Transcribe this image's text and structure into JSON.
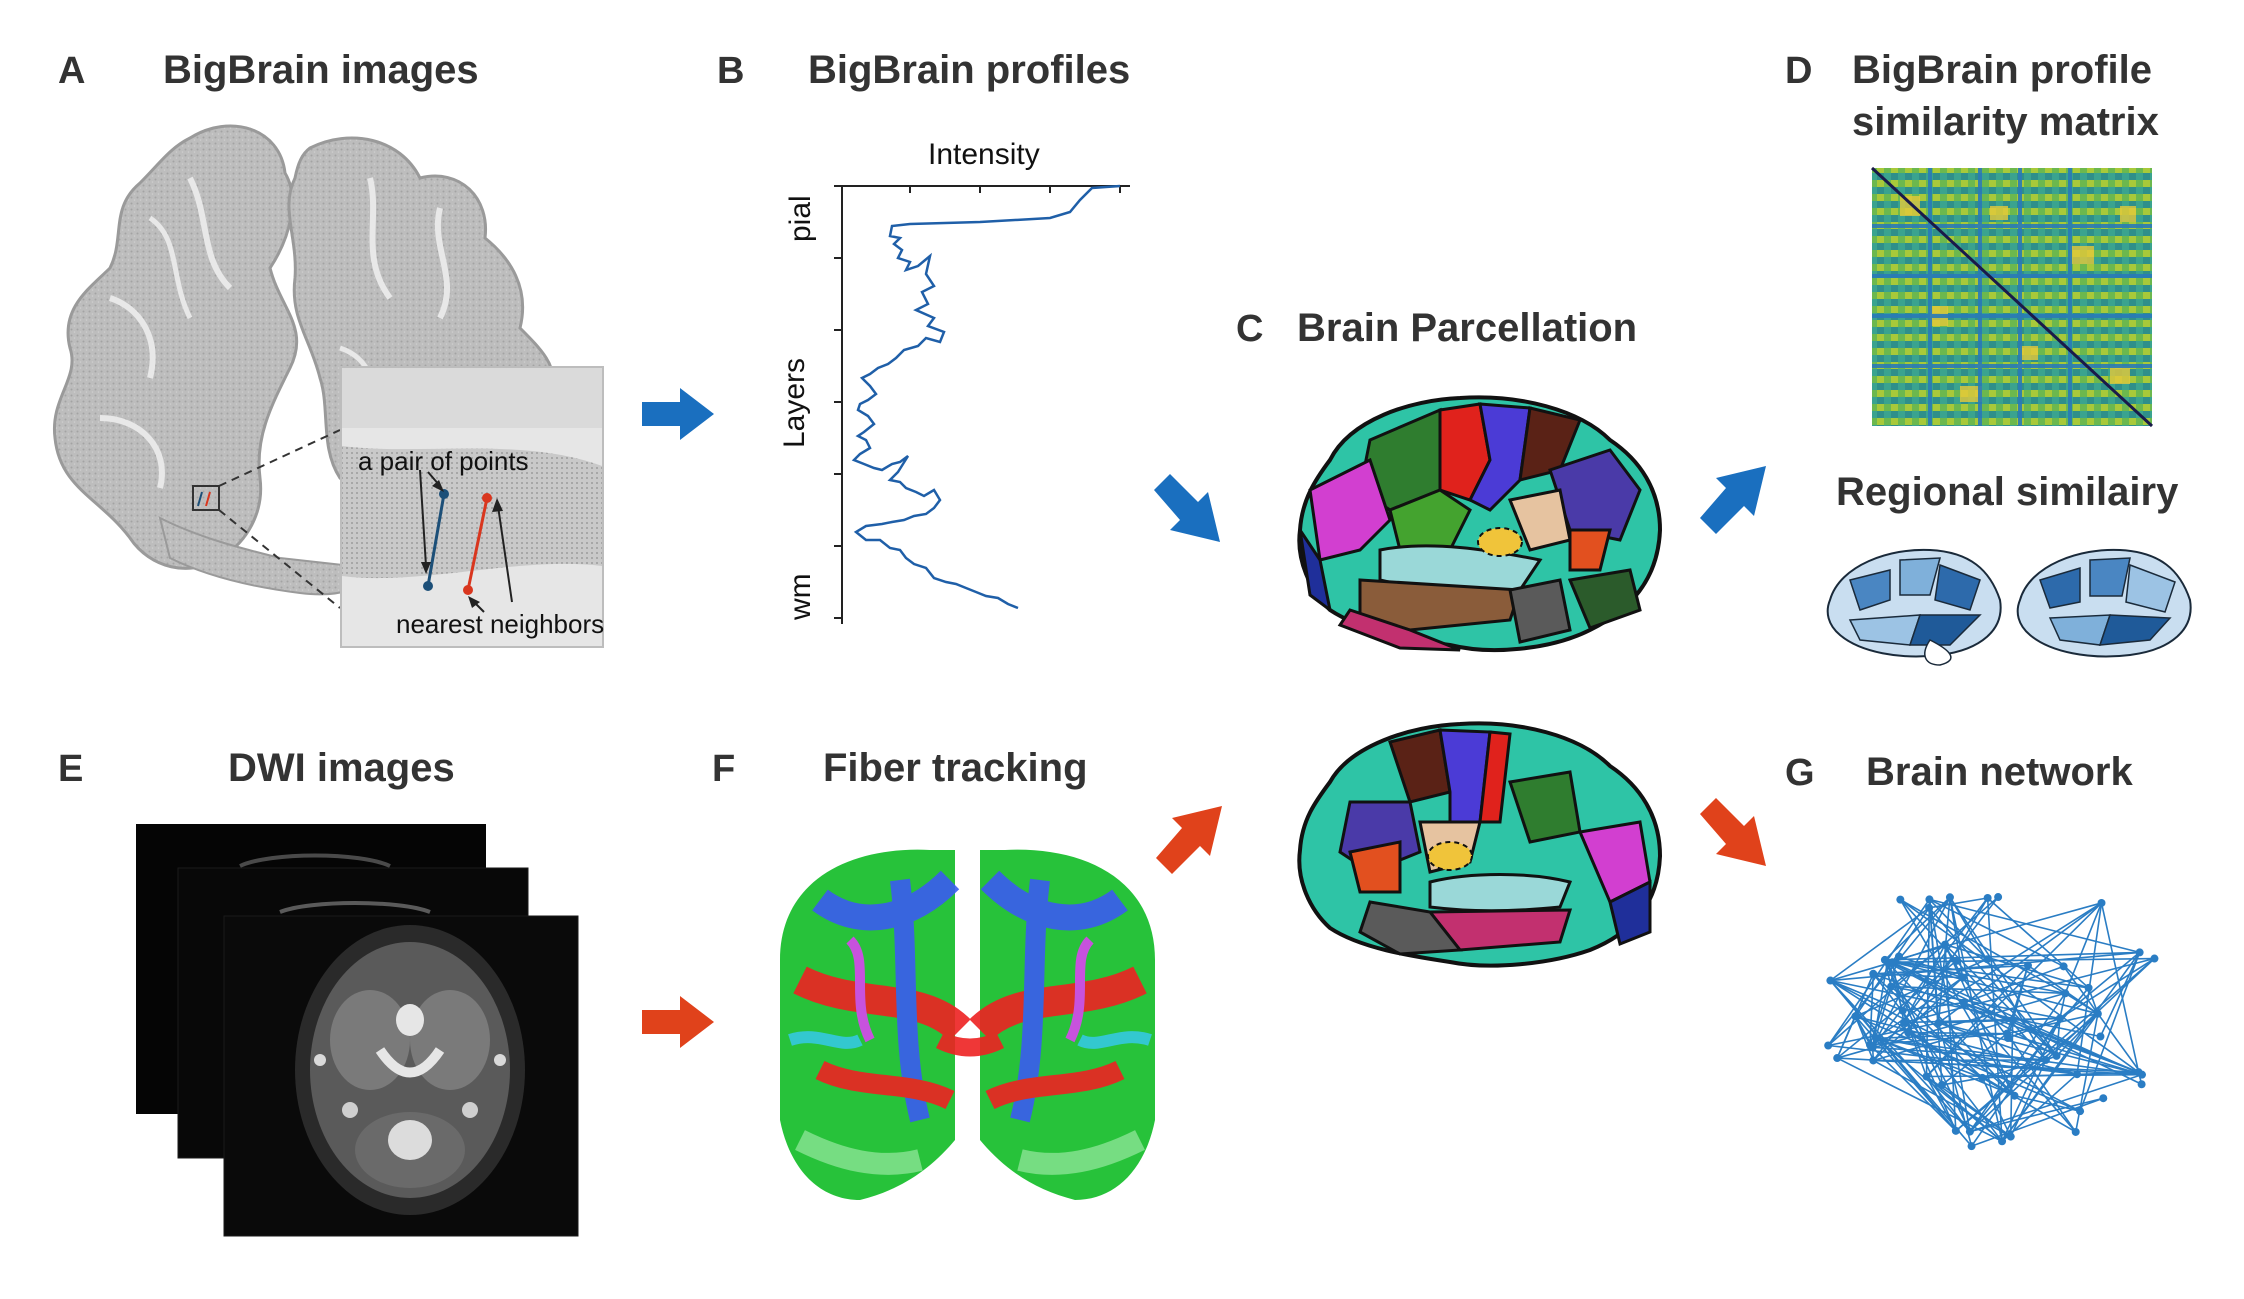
{
  "panels": {
    "A": {
      "letter": "A",
      "title": "BigBrain images",
      "inset_label_pair": "a pair of points",
      "inset_label_neighbors": "nearest neighbors"
    },
    "B": {
      "letter": "B",
      "title": "BigBrain profiles",
      "x_label": "Intensity",
      "y_top": "pial",
      "y_mid": "Layers",
      "y_bottom": "wm"
    },
    "C": {
      "letter": "C",
      "title": "Brain Parcellation"
    },
    "D": {
      "letter": "D",
      "title_line1": "BigBrain profile",
      "title_line2": "similarity matrix",
      "subtitle": "Regional similairy"
    },
    "E": {
      "letter": "E",
      "title": "DWI images"
    },
    "F": {
      "letter": "F",
      "title": "Fiber tracking"
    },
    "G": {
      "letter": "G",
      "title": "Brain network"
    }
  },
  "colors": {
    "text": "#333333",
    "arrow_blue": "#1a6fbf",
    "arrow_red": "#e0421b",
    "profile_line": "#1f5fa8",
    "network": "#2a7dc4",
    "inset_blue": "#1c4f78",
    "inset_red": "#d9361e"
  },
  "icons": {
    "arrow_ab": "right-arrow-icon",
    "arrow_bc": "down-right-arrow-icon",
    "arrow_ef": "right-arrow-icon",
    "arrow_fc": "up-right-arrow-icon",
    "arrow_cd": "up-right-arrow-icon",
    "arrow_cg": "down-right-arrow-icon"
  }
}
